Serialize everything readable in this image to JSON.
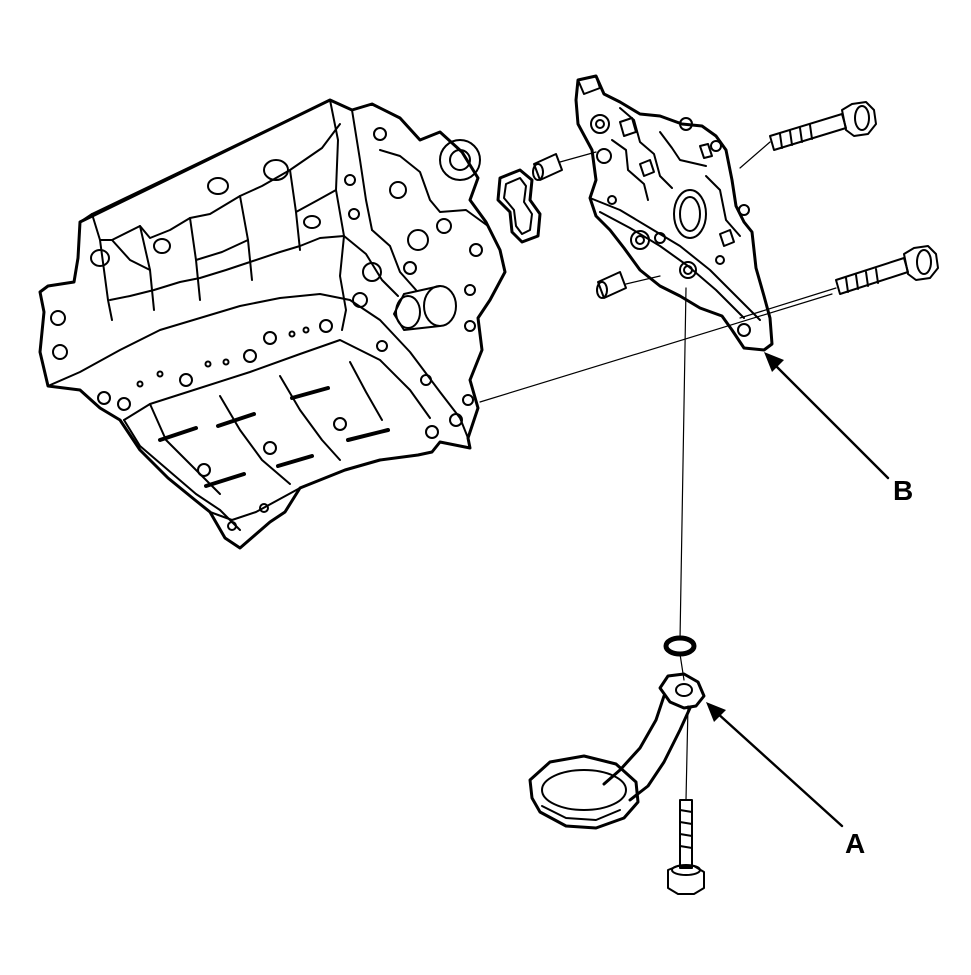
{
  "callouts": {
    "a": {
      "label": "A",
      "part": "oil-strainer"
    },
    "b": {
      "label": "B",
      "part": "oil-pump"
    }
  },
  "colors": {
    "ink": "#000000",
    "paper": "#ffffff"
  }
}
